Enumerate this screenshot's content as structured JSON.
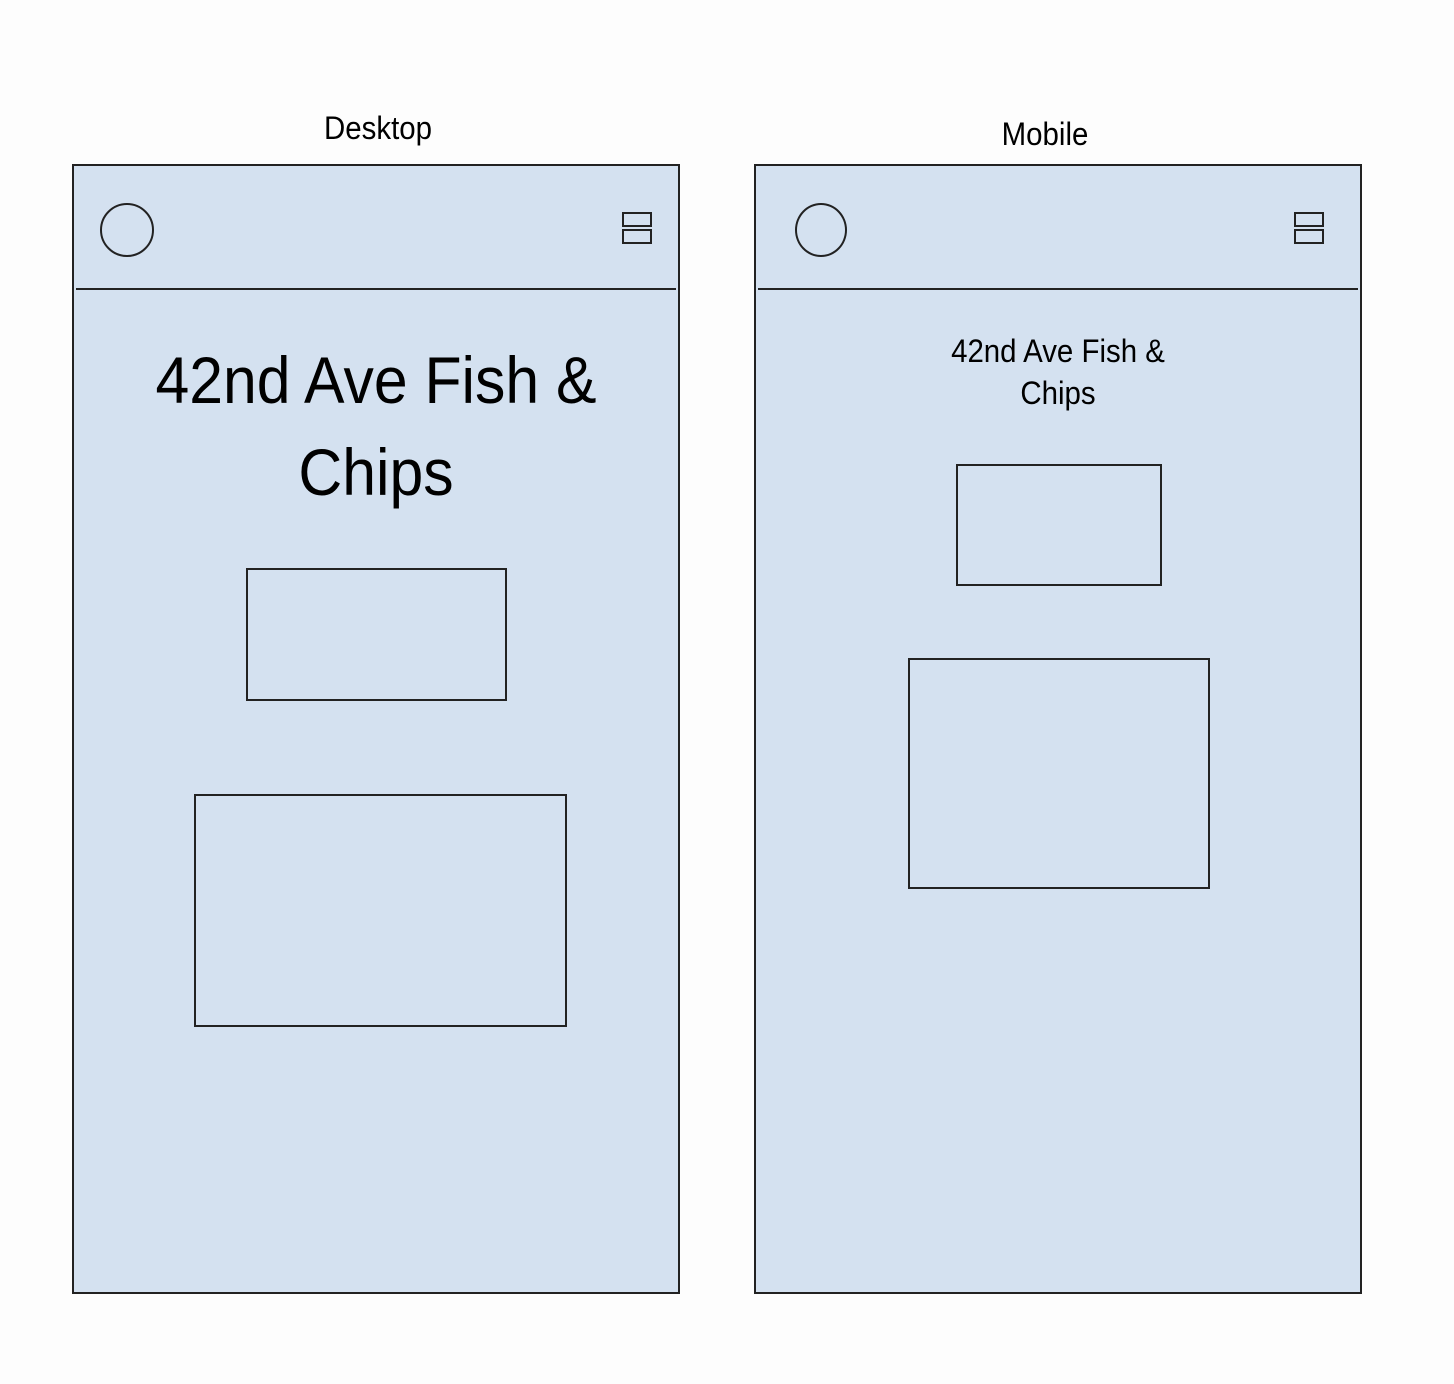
{
  "frames": {
    "desktop": {
      "label": "Desktop",
      "title": "42nd Ave Fish & Chips",
      "logo_icon": "circle-logo-icon",
      "menu_icon": "menu-icon"
    },
    "mobile": {
      "label": "Mobile",
      "title": "42nd Ave Fish & Chips",
      "logo_icon": "circle-logo-icon",
      "menu_icon": "menu-icon"
    }
  },
  "colors": {
    "frame_fill": "#d4e1f0",
    "stroke": "#222222",
    "background": "#fdfdfd"
  }
}
